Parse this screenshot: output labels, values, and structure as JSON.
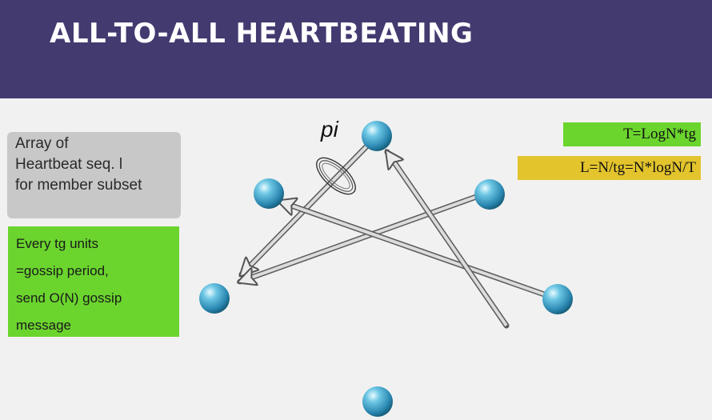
{
  "title": "ALL-TO-ALL HEARTBEATING",
  "gray_box": {
    "lines": [
      "Array of",
      "Heartbeat seq. l",
      "for member subset"
    ]
  },
  "green_box": {
    "lines": [
      "Every tg units",
      "=gossip period,",
      "send O(N) gossip",
      "message"
    ]
  },
  "formula_t": "T=LogN*tg",
  "formula_l": "L=N/tg=N*logN/T",
  "pi_label": "pi",
  "colors": {
    "header": "#433a70",
    "green": "#6bd52e",
    "yellow": "#e3c42d",
    "gray_box": "#c8c8c8",
    "node": "#3aa0c8"
  }
}
